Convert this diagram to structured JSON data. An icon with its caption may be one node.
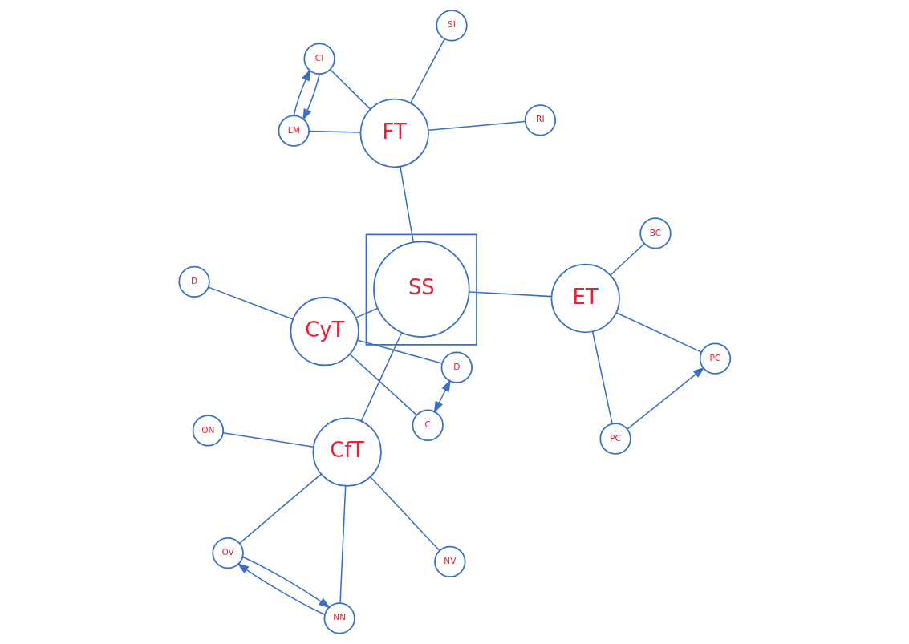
{
  "diagram": {
    "nodes": [
      {
        "text": [],
        "shape": "box"
      },
      {
        "text": [
          "SS"
        ],
        "in": 0
      },
      {
        "text": [
          "ET"
        ]
      },
      {
        "text": [
          "PC"
        ]
      },
      {
        "text": [
          "BC"
        ]
      },
      {
        "text": [
          "PC"
        ]
      },
      {
        "text": [
          "CfT"
        ]
      },
      {
        "text": [
          "OV"
        ]
      },
      {
        "text": [
          "NV"
        ]
      },
      {
        "text": [
          "ON"
        ]
      },
      {
        "text": [
          "NN"
        ]
      },
      {
        "text": [
          "FT"
        ]
      },
      {
        "text": [
          "LM"
        ]
      },
      {
        "text": [
          "RI"
        ]
      },
      {
        "text": [
          "SI"
        ]
      },
      {
        "text": [
          "CI"
        ]
      },
      {
        "text": [
          "CyT"
        ]
      },
      {
        "text": [
          "D"
        ]
      },
      {
        "text": [
          "D"
        ]
      },
      {
        "text": [
          "C"
        ]
      }
    ],
    "edges": [
      {
        "from": 1,
        "to": 2,
        "arrow": "none"
      },
      {
        "from": 1,
        "to": 6,
        "arrow": "none"
      },
      {
        "from": 1,
        "to": 11,
        "arrow": "none"
      },
      {
        "from": 1,
        "to": 16,
        "arrow": "none"
      },
      {
        "from": 2,
        "to": 3,
        "arrow": "none"
      },
      {
        "from": 2,
        "to": 4,
        "arrow": "none"
      },
      {
        "from": 2,
        "to": 5,
        "arrow": "none"
      },
      {
        "from": 5,
        "to": 3,
        "arrow": "to"
      },
      {
        "from": 6,
        "to": 7,
        "arrow": "none"
      },
      {
        "from": 6,
        "to": 8,
        "arrow": "none"
      },
      {
        "from": 6,
        "to": 9,
        "arrow": "none"
      },
      {
        "from": 6,
        "to": 10,
        "arrow": "none"
      },
      {
        "from": 7,
        "to": 10,
        "arrow": "to"
      },
      {
        "from": 10,
        "to": 7,
        "arrow": "to"
      },
      {
        "from": 11,
        "to": 12,
        "arrow": "none"
      },
      {
        "from": 11,
        "to": 13,
        "arrow": "none"
      },
      {
        "from": 11,
        "to": 14,
        "arrow": "none"
      },
      {
        "from": 11,
        "to": 15,
        "arrow": "none"
      },
      {
        "from": 15,
        "to": 12,
        "arrow": "to"
      },
      {
        "from": 12,
        "to": 15,
        "arrow": "to"
      },
      {
        "from": 16,
        "to": 17,
        "arrow": "none"
      },
      {
        "from": 16,
        "to": 18,
        "arrow": "none"
      },
      {
        "from": 16,
        "to": 19,
        "arrow": "none"
      },
      {
        "from": 19,
        "to": 17,
        "arrow": "both"
      }
    ]
  }
}
